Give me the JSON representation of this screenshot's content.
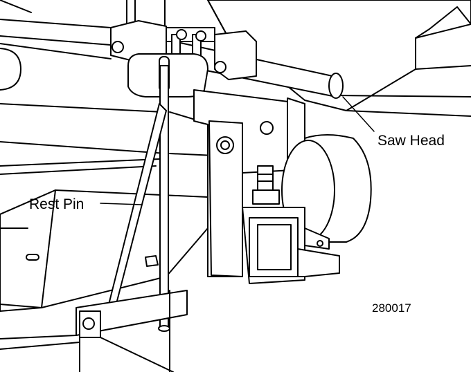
{
  "labels": {
    "saw_head": "Saw Head",
    "rest_pin": "Rest Pin",
    "figure_number": "280017"
  },
  "colors": {
    "line": "#000000",
    "fill": "#ffffff"
  }
}
